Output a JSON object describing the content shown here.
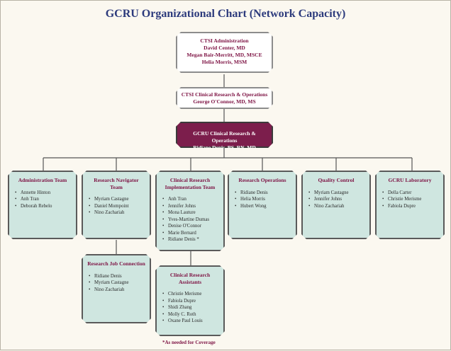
{
  "title": "GCRU Organizational Chart (Network Capacity)",
  "top_box": {
    "lines": [
      "CTSI Administration",
      "David Center, MD",
      "Megan Bair-Merritt, MD, MSCE",
      "Helia Morris, MSM"
    ]
  },
  "mid_box": {
    "lines": [
      "CTSI Clinical Research & Operations",
      "George O'Connor, MD, MS"
    ]
  },
  "gcru_box": {
    "lines": [
      "GCRU Clinical Research & Operations",
      "Ridiane Denis, BS, RN, MD"
    ]
  },
  "teams": [
    {
      "title": "Administration Team",
      "members": [
        "Annette Hinton",
        "Anh Tran",
        "Deborah Rebelo"
      ]
    },
    {
      "title": "Research Navigator Team",
      "members": [
        "Myriam Castagne",
        "Daniel Mompoint",
        "Nino Zachariah"
      ]
    },
    {
      "title": "Clinical Research Implementation Team",
      "members": [
        "Anh Tran",
        "Jennifer Johns",
        "Mona Lauture",
        "Yves-Martine Dumas",
        "Denise O'Connor",
        "Marie Bernard",
        "Ridiane Denis *"
      ]
    },
    {
      "title": "Research Operations",
      "members": [
        "Ridiane Denis",
        "Helia Morris",
        "Hubert Wong"
      ]
    },
    {
      "title": "Quality Control",
      "members": [
        "Myriam Castagne",
        "Jennifer Johns",
        "Nino Zachariah"
      ]
    },
    {
      "title": "GCRU Laboratory",
      "members": [
        "Della Carter",
        "Christie Merisme",
        "Fabiola Dupre"
      ]
    }
  ],
  "sub_teams": [
    {
      "title": "Research Job Connection",
      "members": [
        "Ridiane Denis",
        "Myriam Castagne",
        "Nino Zachariah"
      ]
    },
    {
      "title": "Clinical Research Assistants",
      "members": [
        "Christie Merisme",
        "Fabiola Dupre",
        "Shidi Zhang",
        "Molly C. Roth",
        "Oxane Paul Louis"
      ]
    }
  ],
  "footnote": "*As needed for Coverage",
  "colors": {
    "title": "#2c3a7c",
    "maroon": "#7c1e4c",
    "team_fill": "#cfe6e0",
    "label": "#7d1243"
  }
}
